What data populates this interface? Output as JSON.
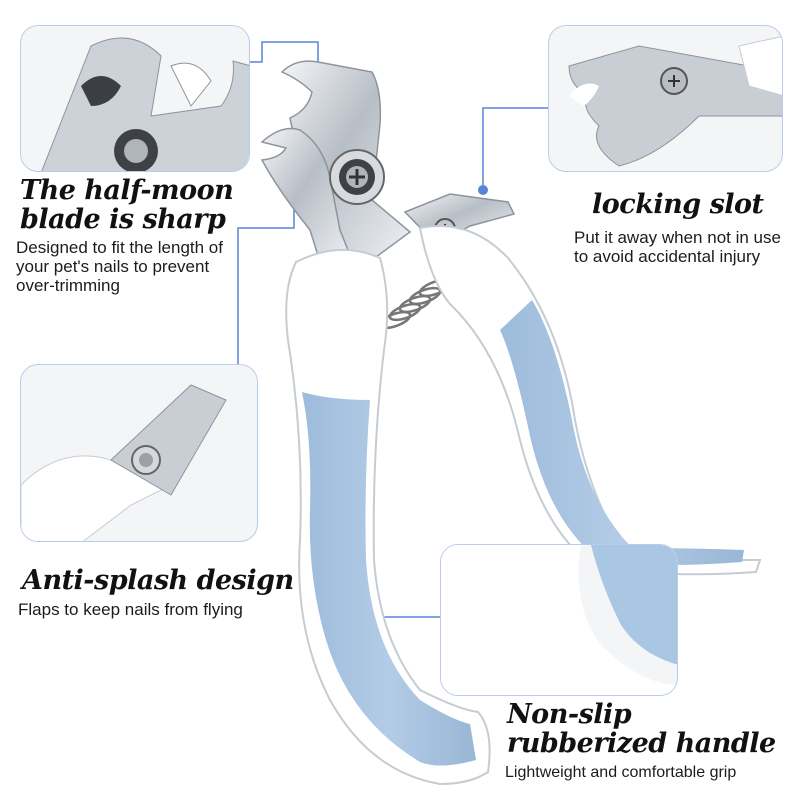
{
  "features": {
    "blade": {
      "title": "The half-moon blade is sharp",
      "description": "Designed to fit the length of your pet's nails to prevent over-trimming"
    },
    "lock": {
      "title": "locking slot",
      "description": "Put it away when not in use to avoid accidental injury"
    },
    "splash": {
      "title": "Anti-splash design",
      "description": "Flaps to keep nails from flying"
    },
    "handle": {
      "title": "Non-slip rubberized handle",
      "description": "Lightweight and comfortable grip"
    }
  },
  "colors": {
    "handle_blue": "#a9c6e2",
    "handle_white": "#ffffff",
    "steel": "#c9ced4",
    "callout_line": "#5a84d8",
    "inset_border": "#b9cdea"
  }
}
